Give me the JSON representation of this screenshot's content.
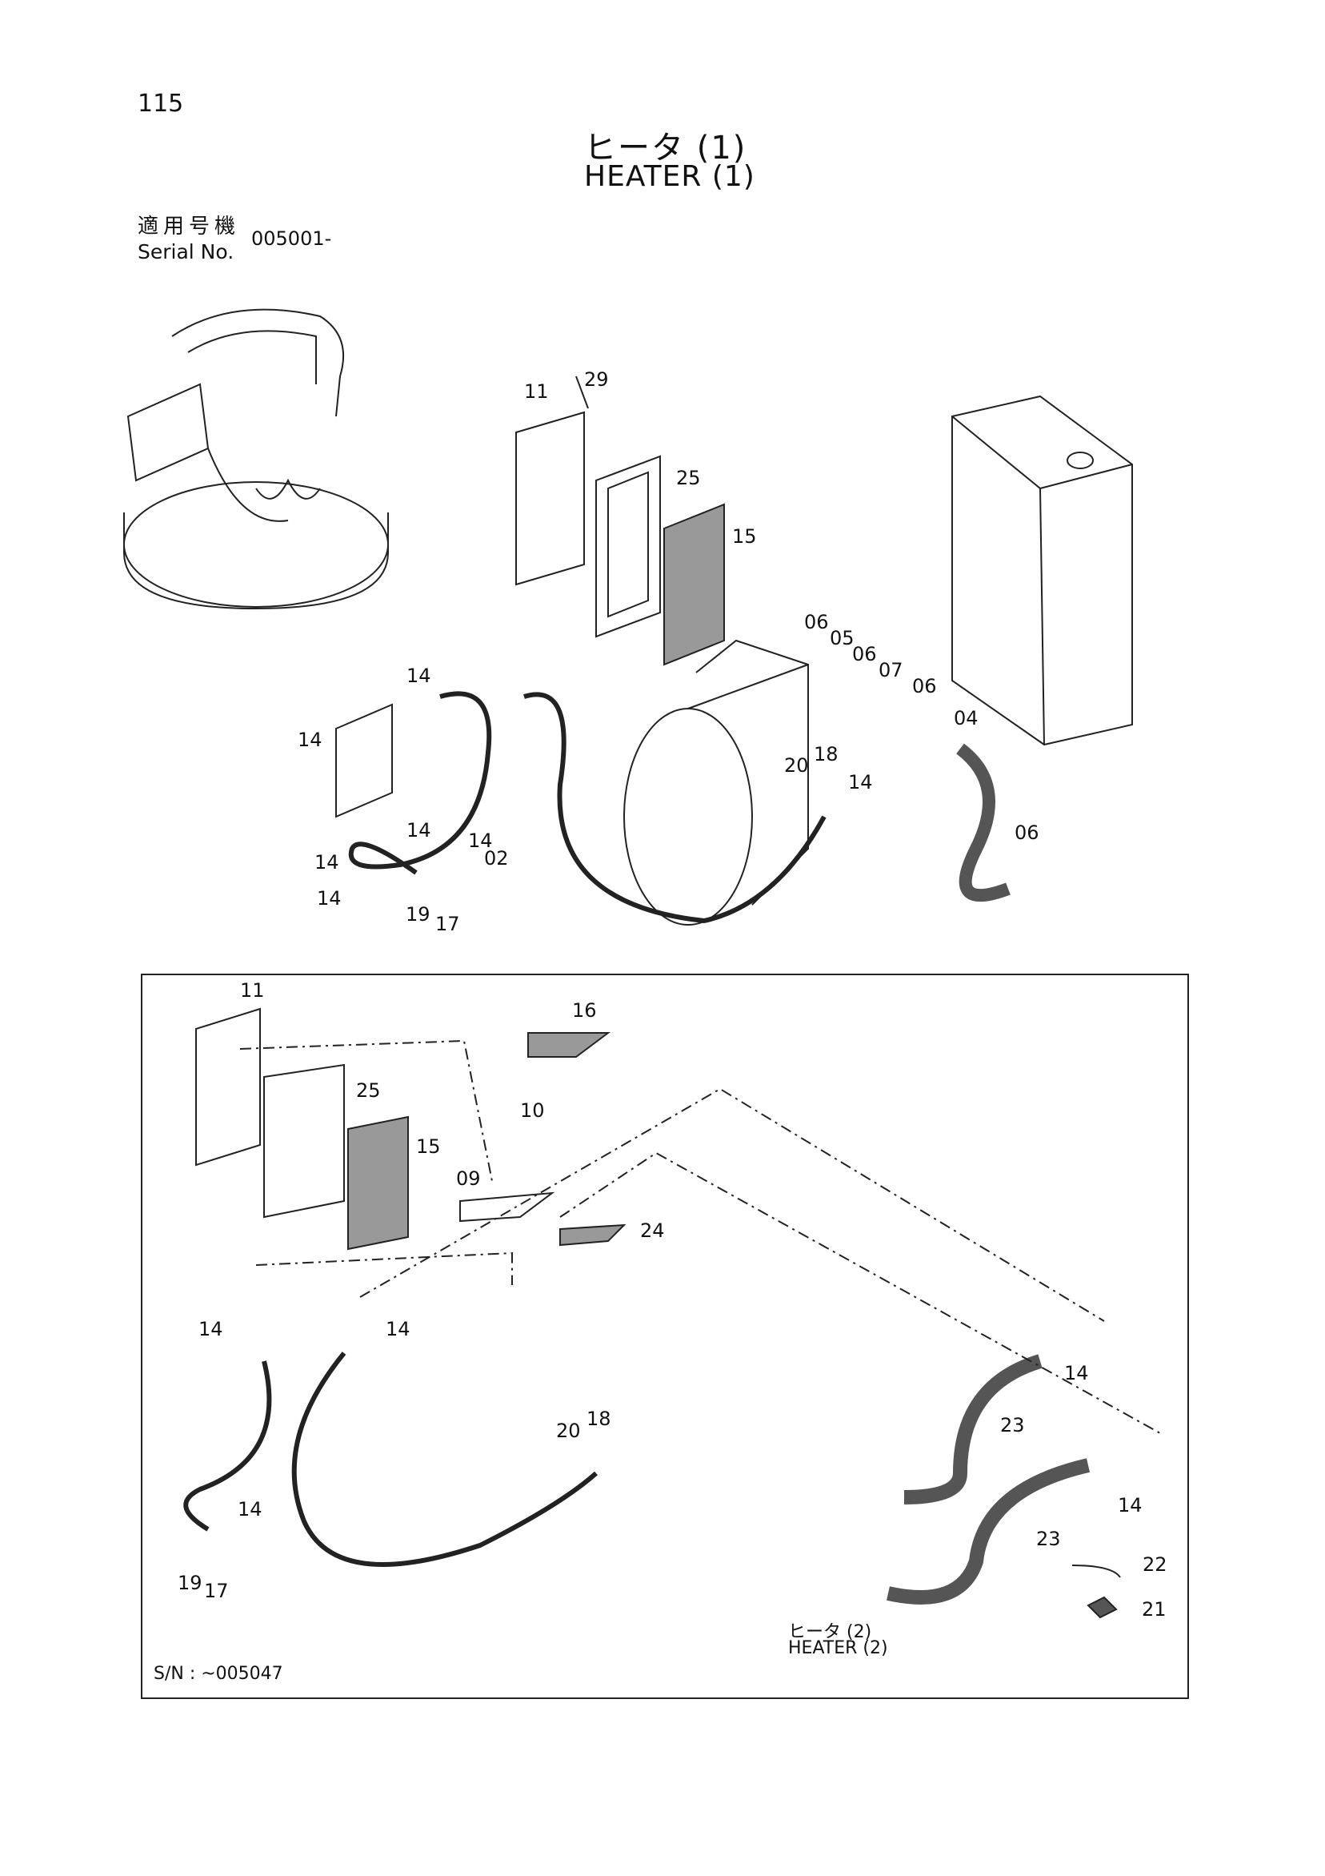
{
  "page": {
    "number": "115",
    "title_jp": "ヒータ (1)",
    "title_en": "HEATER (1)",
    "serial_label_jp": "適用号機",
    "serial_label_en": "Serial No.",
    "serial_value": "005001-"
  },
  "main_view": {
    "callouts": [
      "29",
      "11",
      "25",
      "15",
      "06",
      "05",
      "06",
      "07",
      "06",
      "04",
      "14",
      "14",
      "14",
      "14",
      "14",
      "14",
      "14",
      "02",
      "19",
      "17",
      "20",
      "18",
      "06"
    ]
  },
  "inset": {
    "sn_label": "S/N : ~005047",
    "heater2_jp": "ヒータ (2)",
    "heater2_en": "HEATER (2)",
    "callouts": [
      "11",
      "25",
      "15",
      "16",
      "10",
      "09",
      "24",
      "14",
      "14",
      "14",
      "14",
      "14",
      "19",
      "17",
      "20",
      "18",
      "23",
      "23",
      "22",
      "21"
    ]
  }
}
